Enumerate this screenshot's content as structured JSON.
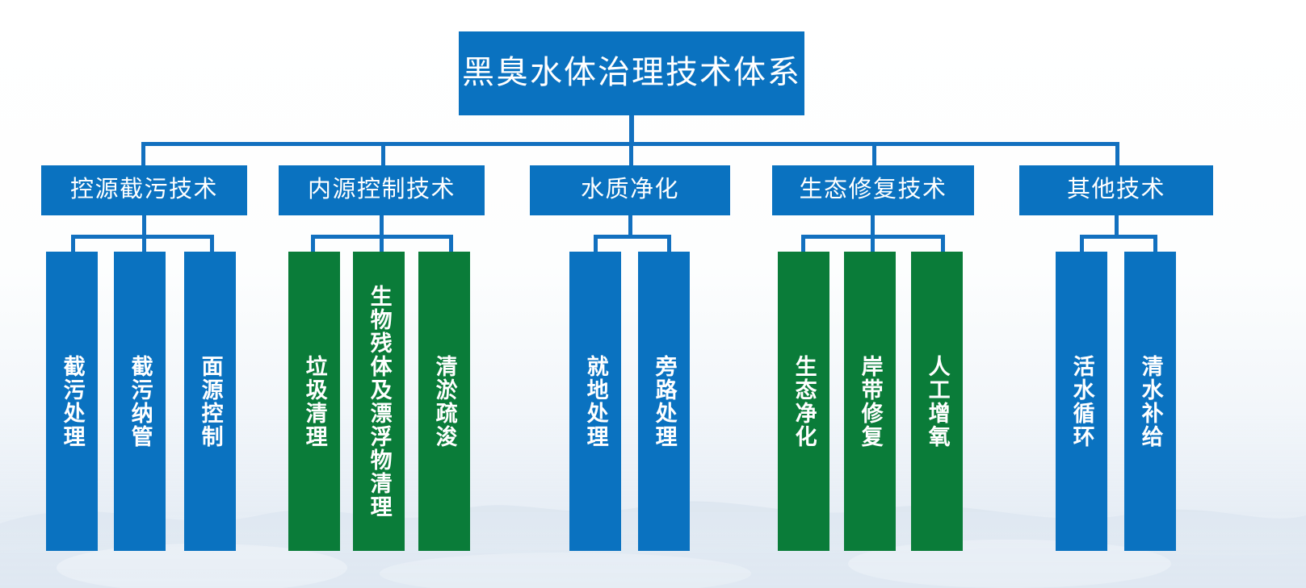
{
  "diagram": {
    "title": "黑臭水体治理技术体系",
    "colors": {
      "blue": "#0a72c0",
      "green": "#0a7c39",
      "connector": "#1270bf",
      "text": "#ffffff",
      "background": "#f2f6fa"
    },
    "branches": [
      {
        "label": "控源截污技术",
        "color": "blue",
        "children": [
          {
            "label": "截污处理",
            "color": "blue"
          },
          {
            "label": "截污纳管",
            "color": "blue"
          },
          {
            "label": "面源控制",
            "color": "blue"
          }
        ]
      },
      {
        "label": "内源控制技术",
        "color": "blue",
        "children": [
          {
            "label": "垃圾清理",
            "color": "green"
          },
          {
            "label": "生物残体及漂浮物清理",
            "color": "green"
          },
          {
            "label": "清淤疏浚",
            "color": "green"
          }
        ]
      },
      {
        "label": "水质净化",
        "color": "blue",
        "children": [
          {
            "label": "就地处理",
            "color": "blue"
          },
          {
            "label": "旁路处理",
            "color": "blue"
          }
        ]
      },
      {
        "label": "生态修复技术",
        "color": "blue",
        "children": [
          {
            "label": "生态净化",
            "color": "green"
          },
          {
            "label": "岸带修复",
            "color": "green"
          },
          {
            "label": "人工增氧",
            "color": "green"
          }
        ]
      },
      {
        "label": "其他技术",
        "color": "blue",
        "children": [
          {
            "label": "活水循环",
            "color": "blue"
          },
          {
            "label": "清水补给",
            "color": "blue"
          }
        ]
      }
    ]
  }
}
